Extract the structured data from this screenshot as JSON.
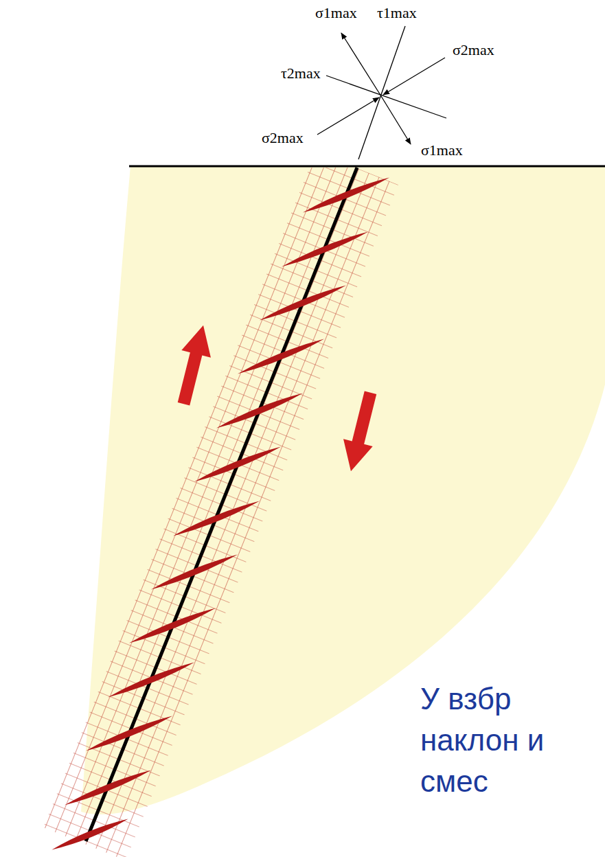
{
  "diagram": {
    "labels": [
      "σ1max",
      "τ1max",
      "σ2max",
      "τ2max",
      "σ2max",
      "σ1max",
      "У взбр наклон и смес"
    ]
  }
}
